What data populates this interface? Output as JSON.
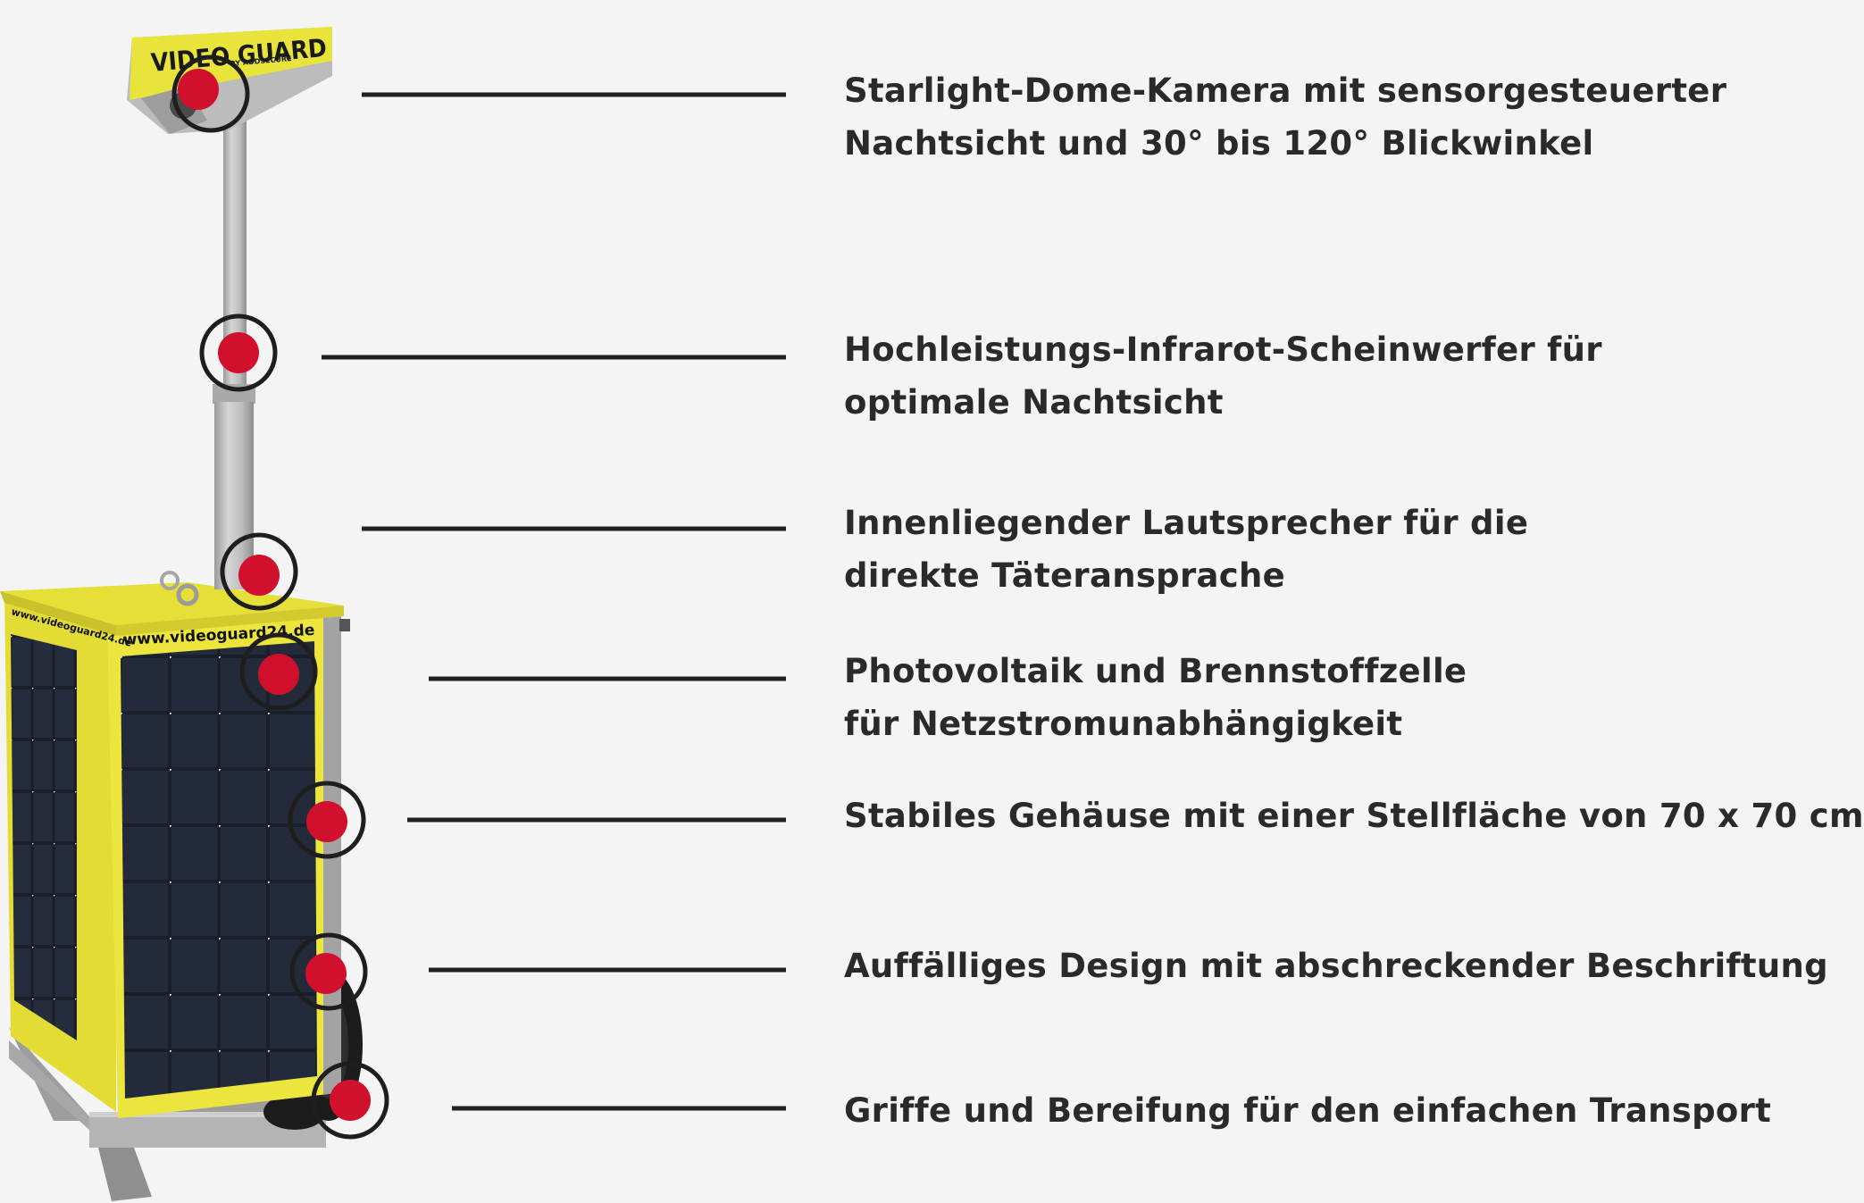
{
  "product": {
    "camera_brand": "VIDEO GUARD",
    "camera_sub": "BY ADDSECURE",
    "url_front": "www.videoguard24.de",
    "url_side": "www.videoguard24.de"
  },
  "colors": {
    "background": "#f4f4f4",
    "yellow": "#e8e23a",
    "marker": "#d0102c",
    "ring": "#1e1e1e",
    "text": "#2a2a2a",
    "panel": "#1a1f2c"
  },
  "features": [
    {
      "line1": "Starlight-Dome-Kamera mit sensorgesteuerter",
      "line2": "Nachtsicht und 30° bis 120° Blickwinkel"
    },
    {
      "line1": "Hochleistungs-Infrarot-Scheinwerfer für",
      "line2": "optimale Nachtsicht"
    },
    {
      "line1": "Innenliegender Lautsprecher für die",
      "line2": "direkte Täteransprache"
    },
    {
      "line1": "Photovoltaik und Brennstoffzelle",
      "line2": "für Netzstromunabhängigkeit"
    },
    {
      "line1": "Stabiles Gehäuse mit einer Stellfläche von 70 x 70 cm",
      "line2": ""
    },
    {
      "line1": "Auffälliges Design mit abschreckender Beschriftung",
      "line2": ""
    },
    {
      "line1": "Griffe und Bereifung für den einfachen Transport",
      "line2": ""
    }
  ]
}
